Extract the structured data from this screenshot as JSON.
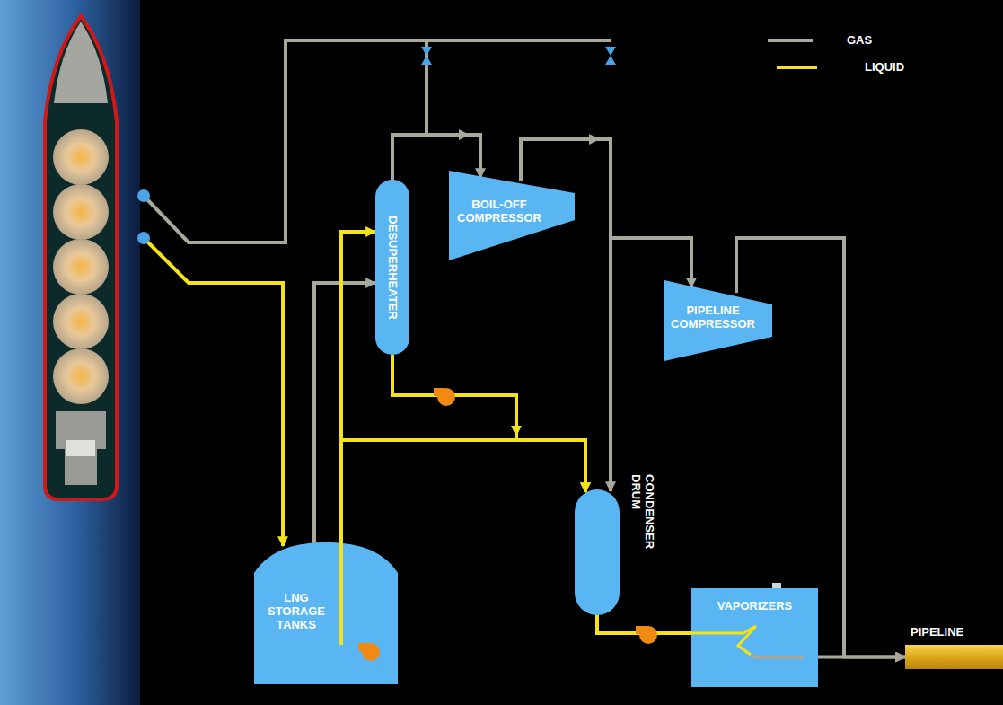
{
  "diagram": {
    "nodes": [
      {
        "text": [
          "DESUPERHEATER"
        ]
      },
      {
        "text": [
          "BOIL-OFF COMPRESSOR"
        ]
      },
      {
        "text": [
          "PIPELINE COMPRESSOR"
        ]
      },
      {
        "text": [
          "LNG STORAGE TANKS"
        ]
      },
      {
        "text": [
          "CONDENSER DRUM"
        ]
      },
      {
        "text": [
          "VAPORIZERS"
        ]
      },
      {
        "text": [
          "PIPELINE"
        ]
      }
    ],
    "edges": [
      {
        "from": 3,
        "to": 0,
        "arrow": "to"
      },
      {
        "from": 3,
        "to": 0,
        "arrow": "to"
      },
      {
        "from": 0,
        "to": 1,
        "arrow": "to"
      },
      {
        "from": 1,
        "to": 2,
        "arrow": "to"
      },
      {
        "from": 1,
        "to": 4,
        "arrow": "to"
      },
      {
        "from": 0,
        "to": 4,
        "arrow": "to"
      },
      {
        "from": 3,
        "to": 4,
        "arrow": "to"
      },
      {
        "from": 4,
        "to": 5,
        "arrow": "none"
      },
      {
        "from": 5,
        "to": 6,
        "arrow": "to"
      },
      {
        "from": 2,
        "to": 6,
        "arrow": "to"
      }
    ],
    "legend": [
      {
        "text": "GAS"
      },
      {
        "text": "LIQUID"
      }
    ]
  }
}
